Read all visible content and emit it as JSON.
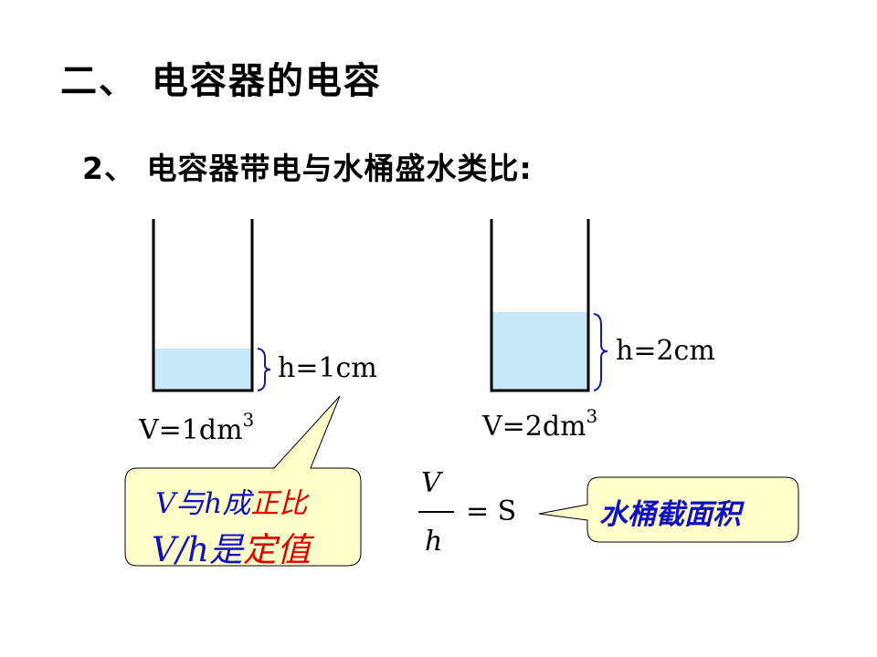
{
  "title": "二、 电容器的电容",
  "subtitle": "2、 电容器带电与水桶盛水类比:",
  "bucket1": {
    "height_label": "h=1cm",
    "volume_label": "V=1dm",
    "volume_sup": "3"
  },
  "bucket2": {
    "height_label": "h=2cm",
    "volume_label": "V=2dm",
    "volume_sup": "3"
  },
  "callout_left": {
    "line1_v": "V",
    "line1_a": "与",
    "line1_h": "h",
    "line1_b": "成",
    "line1_red": "正比",
    "line2_vh": "V/h",
    "line2_a": "是",
    "line2_red": "定值"
  },
  "formula": {
    "numerator": "V",
    "denominator": "h",
    "rhs": "= S"
  },
  "callout_right": {
    "text": "水桶截面积"
  },
  "colors": {
    "water": "#c8e8f8",
    "bracket": "#1a1aa0",
    "callout_fill": "#ffffcc",
    "blue_text": "#1010c0",
    "red_text": "#e00000"
  }
}
